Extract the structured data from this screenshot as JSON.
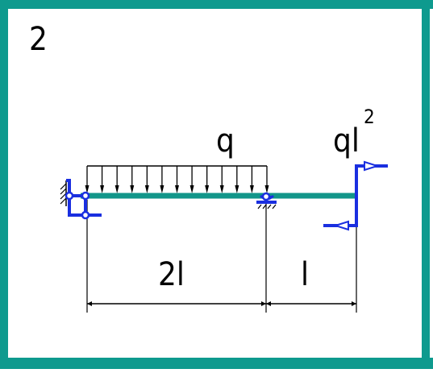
{
  "problem_number": "2",
  "load_label": "q",
  "moment_label": "ql",
  "moment_exponent": "2",
  "span_label_left": "2l",
  "span_label_right": "l",
  "colors": {
    "frame": "#0e9a8e",
    "beam": "#12968a",
    "support": "#1a2fe0",
    "ink": "#000000"
  },
  "load": {
    "arrow_count": 13
  }
}
